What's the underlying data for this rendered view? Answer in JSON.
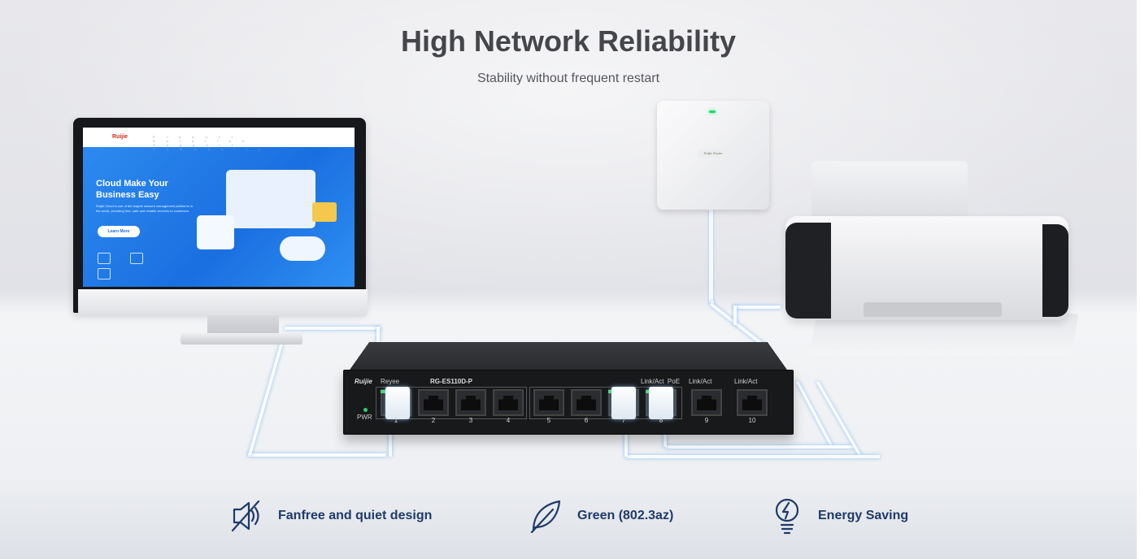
{
  "header": {
    "title": "High Network Reliability",
    "subtitle": "Stability without frequent restart"
  },
  "monitor_screen": {
    "logo": "Ruijie",
    "nav_items": [
      "Product",
      "Solution",
      "Support",
      "Community"
    ],
    "headline": "Cloud Make Your Business Easy",
    "description": "Ruijie Cloud is one of the largest network management platforms in the world, providing free, safe and reliable services to customers.",
    "button_label": "Learn More"
  },
  "access_point": {
    "label": "Ruijie Reyee"
  },
  "switch": {
    "brand": "Ruijie",
    "sub_brand": "Reyee",
    "model": "RG-ES110D-P",
    "power_label": "PWR",
    "poe_label": "Link/Act  PoE",
    "link_label_9": "Link/Act",
    "link_label_10": "Link/Act",
    "ports": [
      "1",
      "2",
      "3",
      "4",
      "5",
      "6",
      "7",
      "8",
      "9",
      "10"
    ]
  },
  "features": [
    {
      "icon": "fan-off-icon",
      "label": "Fanfree and quiet design"
    },
    {
      "icon": "leaf-icon",
      "label": "Green (802.3az)"
    },
    {
      "icon": "bulb-bolt-icon",
      "label": "Energy Saving"
    }
  ],
  "colors": {
    "title": "#44464a",
    "feature_text": "#1f3a6a",
    "accent_blue": "#1a6fe0",
    "led_green": "#35d06a"
  }
}
